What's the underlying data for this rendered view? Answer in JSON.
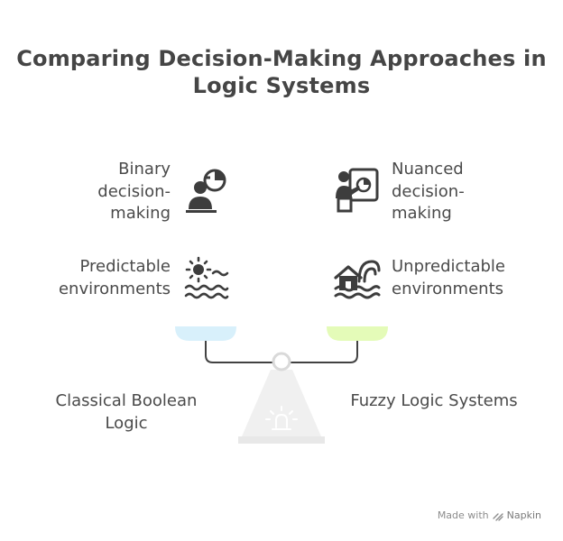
{
  "title": {
    "line1": "Comparing Decision-Making Approaches in",
    "line2": "Logic Systems"
  },
  "left": {
    "item1": [
      "Binary",
      "decision-",
      "making"
    ],
    "item2": [
      "Predictable",
      "environments"
    ],
    "pan_label": [
      "Classical Boolean",
      "Logic"
    ],
    "pan_color": "#d8f0fb"
  },
  "right": {
    "item1": [
      "Nuanced",
      "decision-",
      "making"
    ],
    "item2": [
      "Unpredictable",
      "environments"
    ],
    "pan_label": [
      "Fuzzy Logic Systems"
    ],
    "pan_color": "#e4fbb8"
  },
  "footer": {
    "made_with": "Made with",
    "brand": "Napkin"
  },
  "icons": {
    "binary": "person-with-pie-chart-icon",
    "nuanced": "presenter-with-board-icon",
    "predictable": "sun-over-water-icon",
    "unpredictable": "house-in-flood-icon",
    "fulcrum": "scale-fulcrum-icon",
    "napkin": "napkin-logo-icon"
  }
}
